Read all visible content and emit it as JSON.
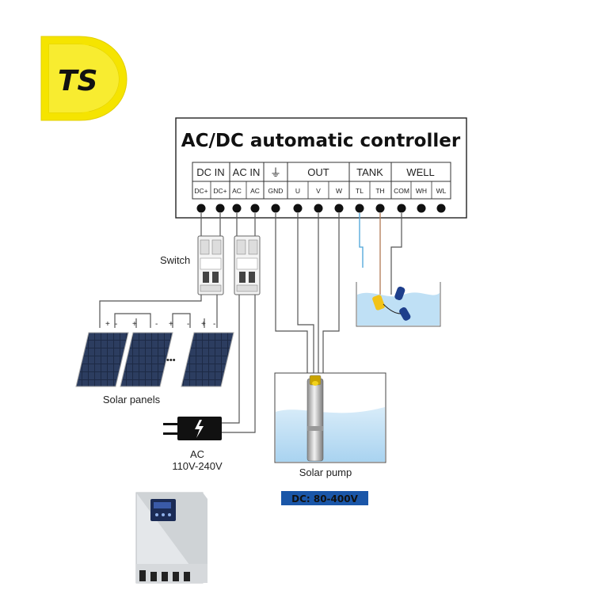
{
  "logo": {
    "text": "TS",
    "color": "#f5e400"
  },
  "controller": {
    "title": "AC/DC automatic controller",
    "groups": [
      "DC IN",
      "AC IN",
      "OUT",
      "TANK",
      "WELL"
    ],
    "ground_symbol": "⏚",
    "terminals": [
      "DC+",
      "DC+",
      "AC",
      "AC",
      "GND",
      "U",
      "V",
      "W",
      "TL",
      "TH",
      "COM",
      "WH",
      "WL"
    ]
  },
  "labels": {
    "switch": "Switch",
    "solar_panels": "Solar panels",
    "ac_title": "AC",
    "ac_voltage": "110V-240V",
    "solar_pump": "Solar pump",
    "dc_badge": "DC: 80-400V",
    "panel_polarity": [
      "+",
      "-",
      "+",
      "-",
      "+",
      "-",
      "+",
      "-"
    ],
    "ellipsis": "•••"
  },
  "colors": {
    "tank_water": "#bfe0f5",
    "badge": "#1a56a8",
    "float_blue": "#1e3f8c",
    "float_yellow": "#f2c318",
    "wire_blue": "#4aa3d8",
    "wire_brown": "#b07a55"
  }
}
